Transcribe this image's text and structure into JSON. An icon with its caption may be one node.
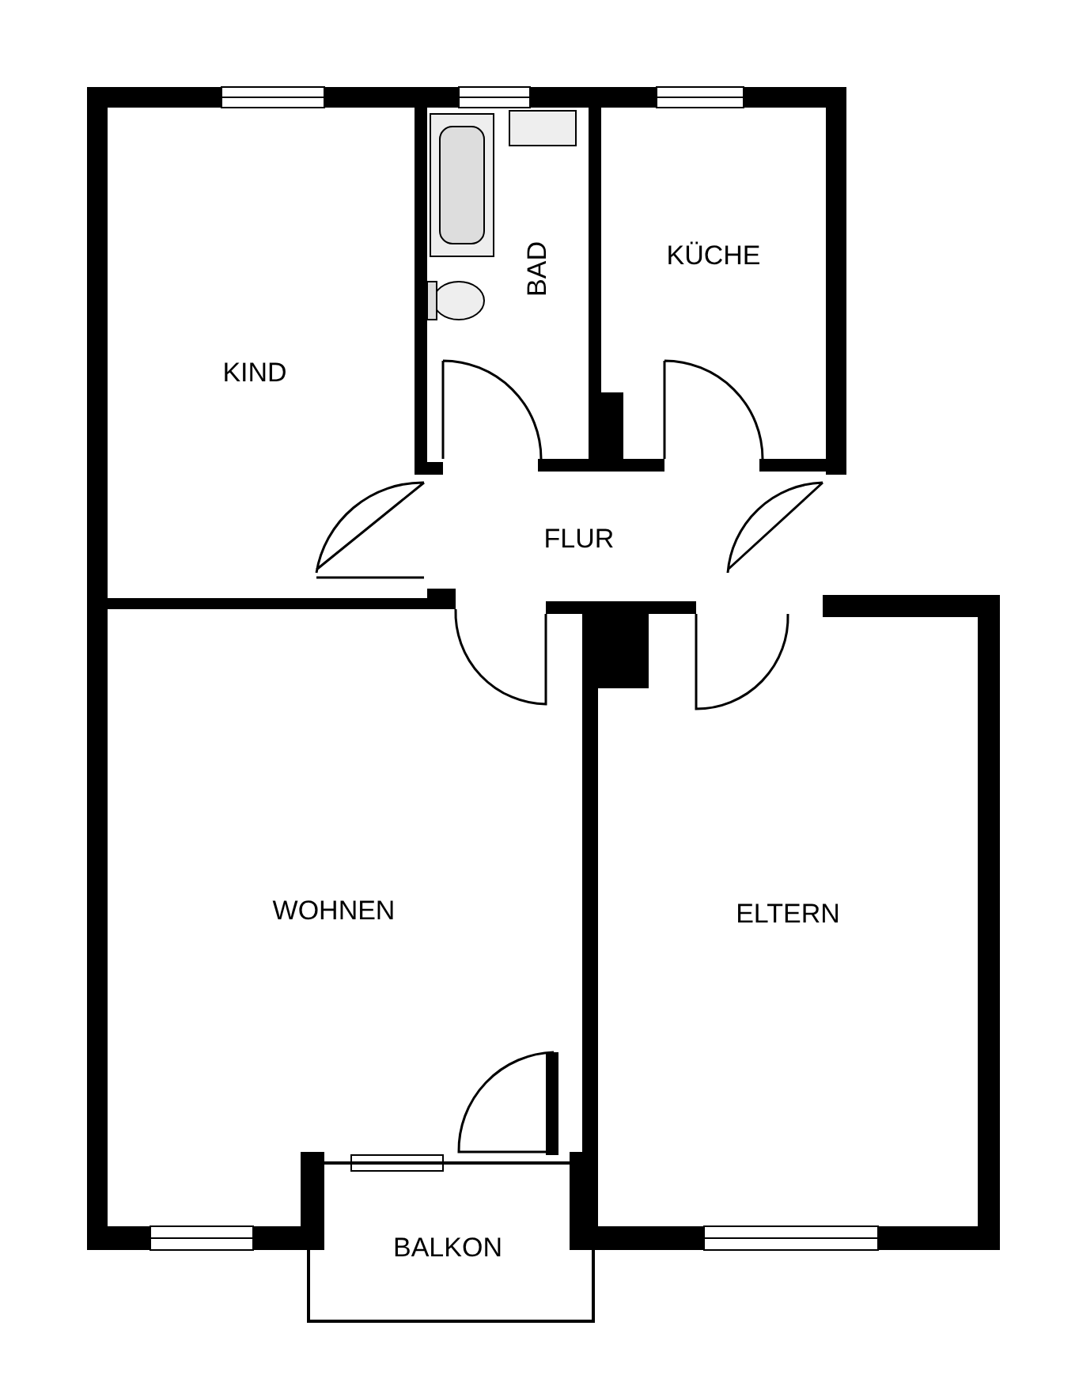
{
  "diagram": {
    "labels": [
      "KÜCHE",
      "BAD",
      "KIND",
      "FLUR",
      "WOHNEN",
      "ELTERN",
      "BALKON"
    ]
  }
}
